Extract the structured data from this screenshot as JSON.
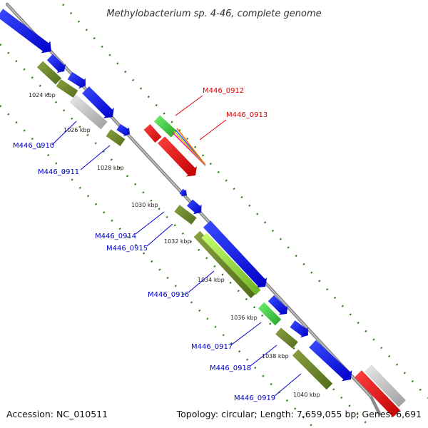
{
  "title": "Methylobacterium sp. 4-46, complete genome",
  "accession": "Accession: NC_010511",
  "summary": "Topology: circular; Length: 7,659,055 bp; Genes: 6,691",
  "colors": {
    "backbone": "#8a8a8a",
    "dots": "#2f7f1f",
    "forward_label": "#0000cc",
    "reverse_label": "#dd0000",
    "tick_line": "#222222"
  },
  "scale_ticks": [
    {
      "label": "1024 kbp"
    },
    {
      "label": "1026 kbp"
    },
    {
      "label": "1028 kbp"
    },
    {
      "label": "1030 kbp"
    },
    {
      "label": "1032 kbp"
    },
    {
      "label": "1034 kbp"
    },
    {
      "label": "1036 kbp"
    },
    {
      "label": "1038 kbp"
    },
    {
      "label": "1040 kbp"
    }
  ],
  "gene_labels": [
    {
      "name": "M446_0910",
      "strand": "forward"
    },
    {
      "name": "M446_0911",
      "strand": "forward"
    },
    {
      "name": "M446_0912",
      "strand": "reverse"
    },
    {
      "name": "M446_0913",
      "strand": "reverse"
    },
    {
      "name": "M446_0914",
      "strand": "forward"
    },
    {
      "name": "M446_0915",
      "strand": "forward"
    },
    {
      "name": "M446_0916",
      "strand": "forward"
    },
    {
      "name": "M446_0917",
      "strand": "forward"
    },
    {
      "name": "M446_0918",
      "strand": "forward"
    },
    {
      "name": "M446_0919",
      "strand": "forward"
    }
  ]
}
